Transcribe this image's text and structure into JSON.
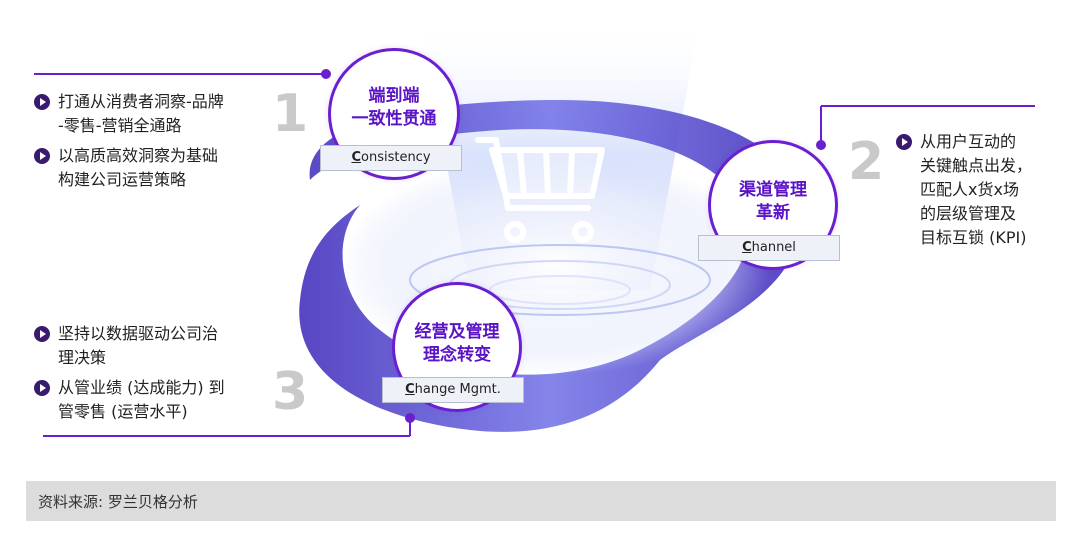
{
  "pillars": [
    {
      "number": "1",
      "title": "端到端\n一致性贯通",
      "tag_initial": "C",
      "tag_rest": "onsistency",
      "bullets": [
        "打通从消费者洞察-品牌\n-零售-营销全通路",
        "以高质高效洞察为基础\n构建公司运营策略"
      ]
    },
    {
      "number": "2",
      "title": "渠道管理\n革新",
      "tag_initial": "C",
      "tag_rest": "hannel",
      "bullets": [
        "从用户互动的\n关键触点出发，\n匹配人x货x场\n的层级管理及\n目标互锁 (KPI)"
      ]
    },
    {
      "number": "3",
      "title": "经营及管理\n理念转变",
      "tag_initial": "C",
      "tag_rest": "hange Mgmt.",
      "bullets": [
        "坚持以数据驱动公司治\n理决策",
        "从管业绩 (达成能力) 到\n管零售 (运营水平)"
      ]
    }
  ],
  "center_icon": "shopping-cart-icon",
  "colors": {
    "accent": "#6a1fd0",
    "swirl": "#5b3fd6",
    "number": "#c9c9c9"
  },
  "source": "资料来源: 罗兰贝格分析"
}
